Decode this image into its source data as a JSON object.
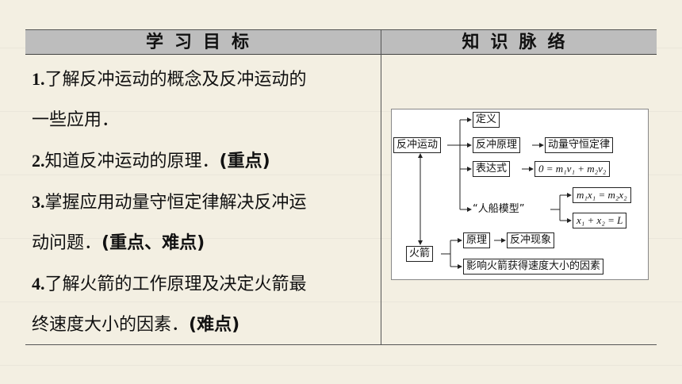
{
  "header": {
    "left_title": "学习目标",
    "right_title": "知识脉络"
  },
  "goals": [
    {
      "num": "1.",
      "text": "了解反冲运动的概念及反冲运动的",
      "cont": "一些应用．",
      "tag": ""
    },
    {
      "num": "2.",
      "text": "知道反冲运动的原理．",
      "cont": "",
      "tag": "(重点)"
    },
    {
      "num": "3.",
      "text": "掌握应用动量守恒定律解决反冲运",
      "cont": "动问题．",
      "tag": "(重点、难点)"
    },
    {
      "num": "4.",
      "text": "了解火箭的工作原理及决定火箭最",
      "cont": "终速度大小的因素．",
      "tag": "(难点)"
    }
  ],
  "diagram": {
    "root": "反冲运动",
    "definition": "定义",
    "principle": "反冲原理",
    "momentum_law": "动量守恒定律",
    "expression": "表达式",
    "expression_eq": "0 = m₁v₁ + m₂v₂",
    "boat_model": "“人船模型”",
    "boat_eq1": "m₁x₁ = m₂x₂",
    "boat_eq2": "x₁ + x₂ = L",
    "rocket": "火箭",
    "rocket_principle": "原理",
    "recoil_phenomenon": "反冲现象",
    "rocket_factors": "影响火箭获得速度大小的因素"
  }
}
